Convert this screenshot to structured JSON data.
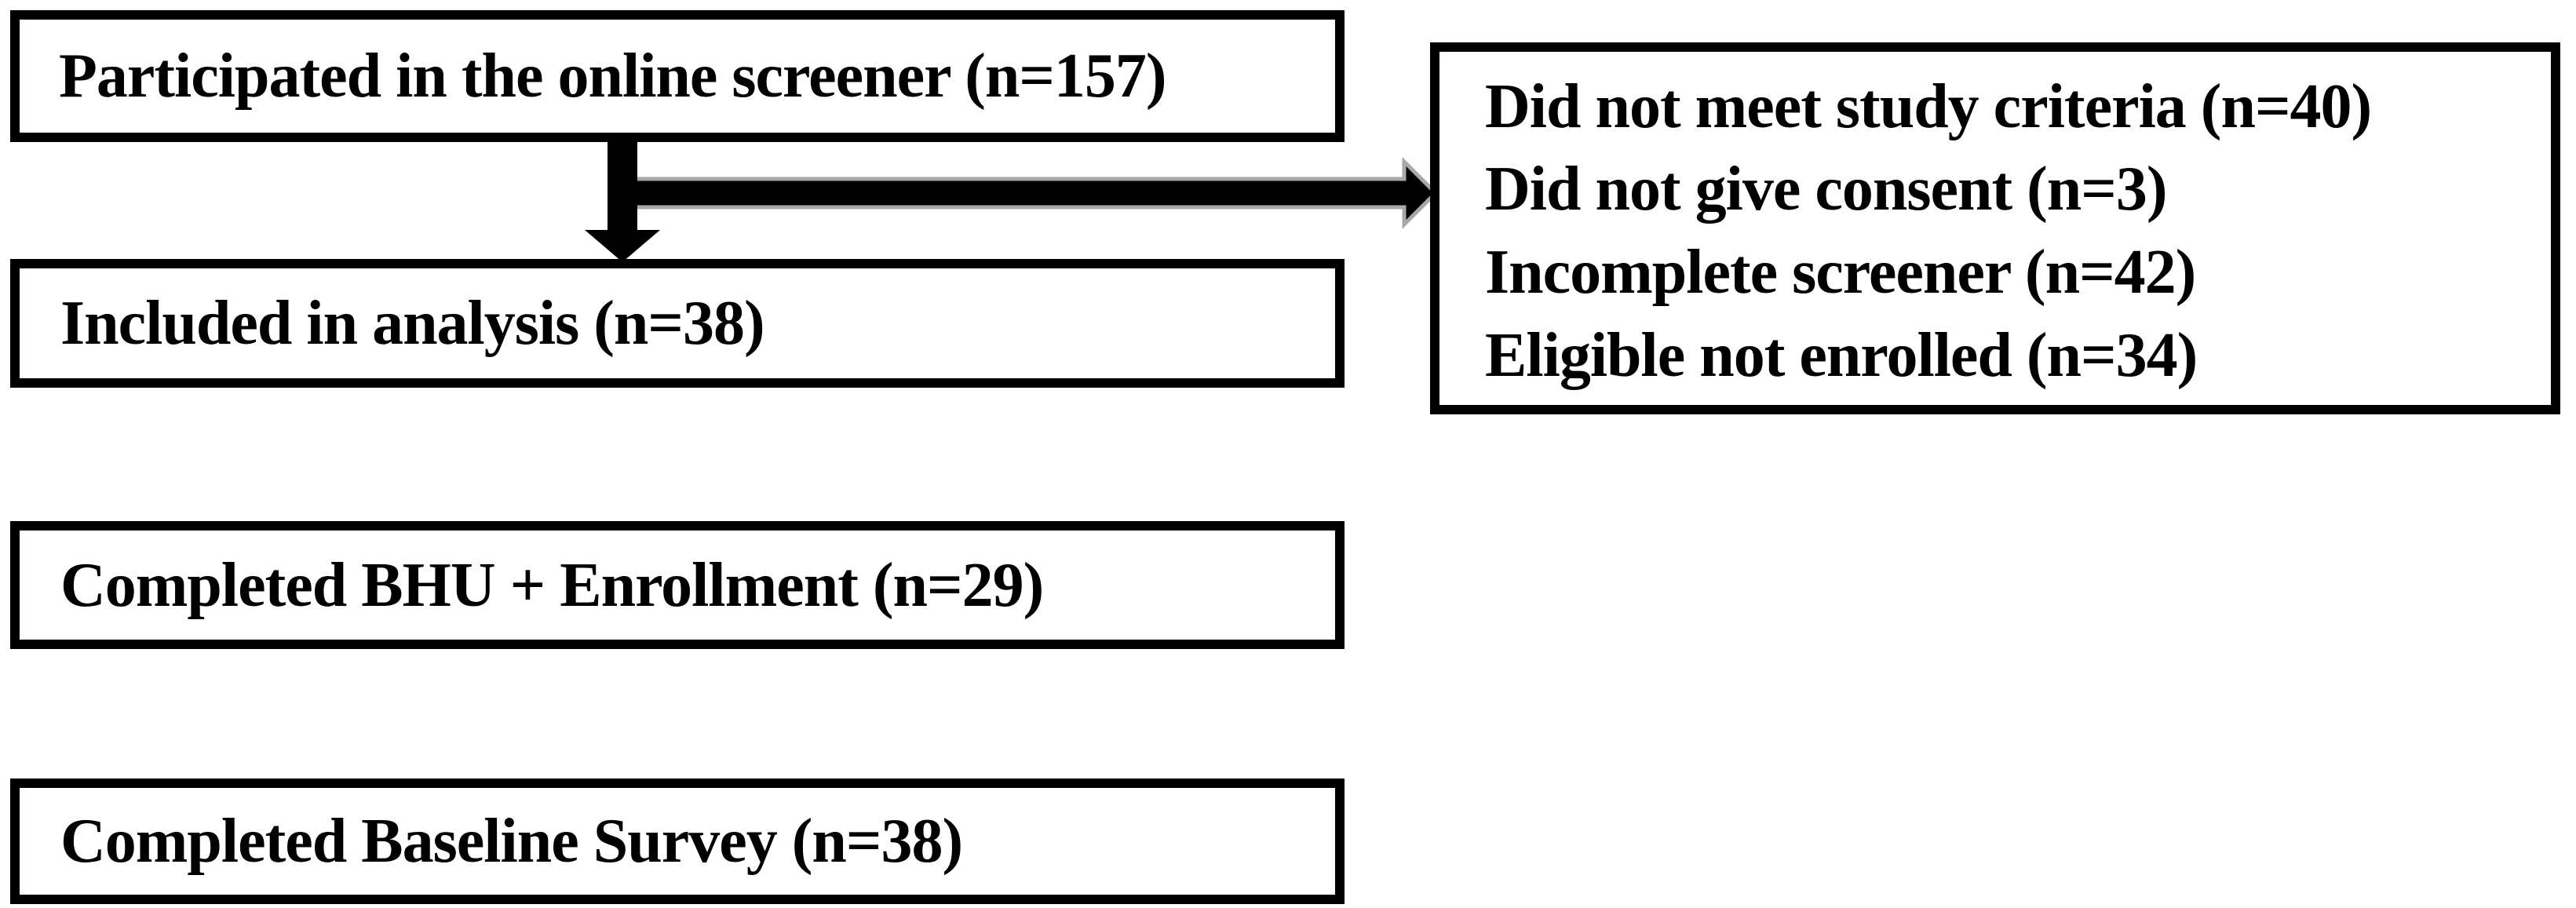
{
  "figure": {
    "type": "flow-diagram",
    "background_color": "#ffffff",
    "box_border_color": "#000000",
    "text_color": "#000000",
    "arrow_color": "#000000",
    "arrow_outline_color": "#a8a8a8",
    "boxes": {
      "screened": {
        "label": "Participated in the online screener (n=157)"
      },
      "excluded": {
        "lines": [
          "Did not meet study criteria (n=40)",
          "Did not give consent (n=3)",
          "Incomplete screener (n=42)",
          "Eligible not enrolled (n=34)"
        ]
      },
      "included": {
        "label": "Included in analysis (n=38)"
      },
      "bhu": {
        "label": "Completed BHU + Enrollment (n=29)"
      },
      "baseline": {
        "label": "Completed Baseline Survey (n=38)"
      }
    },
    "counts": {
      "screened": 157,
      "not_meet_criteria": 40,
      "no_consent": 3,
      "incomplete_screener": 42,
      "eligible_not_enrolled": 34,
      "included_in_analysis": 38,
      "completed_bhu_enrollment": 29,
      "completed_baseline_survey": 38
    }
  }
}
